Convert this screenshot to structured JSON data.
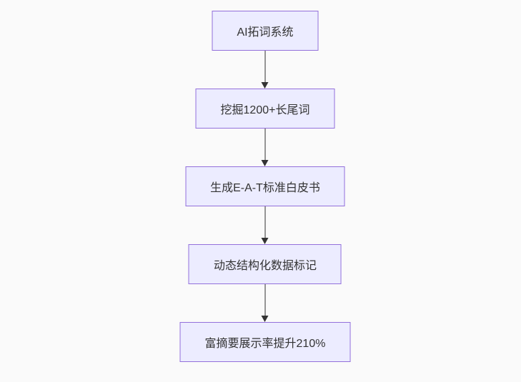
{
  "diagram": {
    "type": "flowchart-top-down",
    "colors": {
      "background": "#fafafa",
      "node_fill": "#ECECFF",
      "node_border": "#9370DB",
      "text": "#333333",
      "arrow": "#333333"
    },
    "nodes": [
      {
        "id": "A",
        "label": "AI拓词系统"
      },
      {
        "id": "B",
        "label": "挖掘1200+长尾词"
      },
      {
        "id": "C",
        "label": "生成E-A-T标准白皮书"
      },
      {
        "id": "D",
        "label": "动态结构化数据标记"
      },
      {
        "id": "E",
        "label": "富摘要展示率提升210%"
      }
    ],
    "edges": [
      {
        "from": "A",
        "to": "B"
      },
      {
        "from": "B",
        "to": "C"
      },
      {
        "from": "C",
        "to": "D"
      },
      {
        "from": "D",
        "to": "E"
      }
    ]
  }
}
